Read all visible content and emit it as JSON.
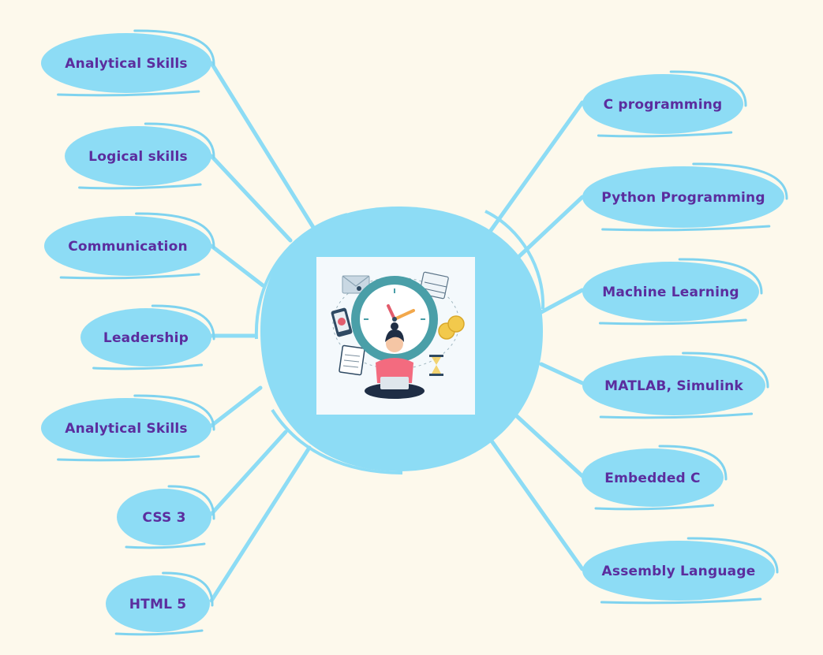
{
  "colors": {
    "background": "#fdf9ec",
    "bubble_fill": "#8ddcf5",
    "bubble_stroke": "#7fd3ef",
    "connector": "#8ddcf5",
    "label_text": "#5b2d9e",
    "card_background": "#f4f9fc"
  },
  "center": {
    "illustration": "person-working-with-clock-illustration"
  },
  "left_nodes": [
    {
      "id": "analytical-skills-1",
      "label": "Analytical Skills"
    },
    {
      "id": "logical-skills",
      "label": "Logical skills"
    },
    {
      "id": "communication",
      "label": "Communication"
    },
    {
      "id": "leadership",
      "label": "Leadership"
    },
    {
      "id": "analytical-skills-2",
      "label": "Analytical Skills"
    },
    {
      "id": "css-3",
      "label": "CSS 3"
    },
    {
      "id": "html-5",
      "label": "HTML 5"
    }
  ],
  "right_nodes": [
    {
      "id": "c-programming",
      "label": "C programming"
    },
    {
      "id": "python-programming",
      "label": "Python Programming"
    },
    {
      "id": "machine-learning",
      "label": "Machine Learning"
    },
    {
      "id": "matlab-simulink",
      "label": "MATLAB, Simulink"
    },
    {
      "id": "embedded-c",
      "label": "Embedded C"
    },
    {
      "id": "assembly-language",
      "label": "Assembly Language"
    }
  ]
}
